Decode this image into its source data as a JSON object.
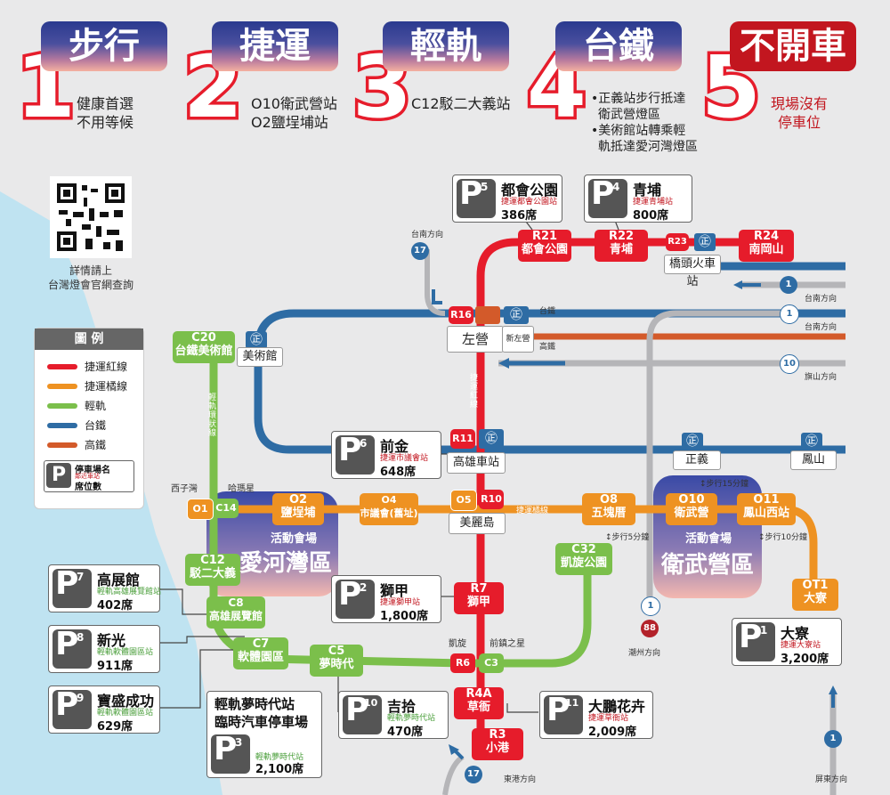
{
  "options": [
    {
      "num": "1",
      "title": "步行",
      "desc": [
        "健康首選",
        "不用等候"
      ]
    },
    {
      "num": "2",
      "title": "捷運",
      "desc": [
        "O10衛武營站",
        "O2鹽埕埔站"
      ]
    },
    {
      "num": "3",
      "title": "輕軌",
      "desc": [
        "C12駁二大義站"
      ]
    },
    {
      "num": "4",
      "title": "台鐵",
      "desc": [
        "•正義站步行抵達",
        "衛武營燈區",
        "•美術館站轉乘輕",
        "軌抵達愛河灣燈區"
      ]
    },
    {
      "num": "5",
      "title": "不開車",
      "desc": [
        "現場沒有",
        "停車位"
      ]
    }
  ],
  "qr": {
    "caption": [
      "詳情請上",
      "台灣燈會官網查詢"
    ]
  },
  "legend": {
    "title": "圖 例",
    "items": [
      {
        "label": "捷運紅線",
        "color": "#e61c2b"
      },
      {
        "label": "捷運橘線",
        "color": "#ee9222"
      },
      {
        "label": "輕軌",
        "color": "#7bbf4b"
      },
      {
        "label": "台鐵",
        "color": "#2e6ca4"
      },
      {
        "label": "高鐵",
        "color": "#d35a2a"
      }
    ],
    "parking_title": "停車場名",
    "parking_sub": "鄰近車站",
    "parking_seats": "席位數"
  },
  "parking": [
    {
      "num": "5",
      "name": "都會公園",
      "station": "捷運都會公園站",
      "seats": "386席",
      "green": false
    },
    {
      "num": "4",
      "name": "青埔",
      "station": "捷運青埔站",
      "seats": "800席",
      "green": false
    },
    {
      "num": "6",
      "name": "前金",
      "station": "捷運市議會站",
      "seats": "648席",
      "green": false
    },
    {
      "num": "2",
      "name": "獅甲",
      "station": "捷運獅甲站",
      "seats": "1,800席",
      "green": false
    },
    {
      "num": "1",
      "name": "大寮",
      "station": "捷運大寮站",
      "seats": "3,200席",
      "green": false
    },
    {
      "num": "7",
      "name": "高展館",
      "station": "輕軌高雄展覽館站",
      "seats": "402席",
      "green": true
    },
    {
      "num": "8",
      "name": "新光",
      "station": "輕軌軟體園區站",
      "seats": "911席",
      "green": true
    },
    {
      "num": "9",
      "name": "寶盛成功",
      "station": "輕軌軟體園區站",
      "seats": "629席",
      "green": true
    },
    {
      "num": "10",
      "name": "吉拾",
      "station": "輕軌夢時代站",
      "seats": "470席",
      "green": true
    },
    {
      "num": "11",
      "name": "大鵬花卉",
      "station": "捷運草衙站",
      "seats": "2,009席",
      "green": false
    },
    {
      "num": "3",
      "name": "",
      "station": "輕軌夢時代站",
      "seats": "2,100席",
      "green": true
    }
  ],
  "p3_title": [
    "輕軌夢時代站",
    "臨時汽車停車場"
  ],
  "stations": {
    "R21": {
      "code": "R21",
      "name": "都會公園"
    },
    "R22": {
      "code": "R22",
      "name": "青埔"
    },
    "R23": {
      "code": "R23",
      "name": "橋頭火車站"
    },
    "R24": {
      "code": "R24",
      "name": "南岡山"
    },
    "R16": {
      "code": "R16",
      "name": "左營",
      "extra": "新左營"
    },
    "R11": {
      "code": "R11",
      "name": "高雄車站"
    },
    "R10": {
      "code": "R10",
      "name": "美麗島",
      "code2": "O5"
    },
    "R7": {
      "code": "R7",
      "name": "獅甲"
    },
    "R6": {
      "code": "R6",
      "code2": "C3"
    },
    "R4A": {
      "code": "R4A",
      "name": "草衙"
    },
    "R3": {
      "code": "R3",
      "name": "小港"
    },
    "C20": {
      "code": "C20",
      "name": "台鐵美術館",
      "tra": "美術館"
    },
    "O1": {
      "code": "O1",
      "code2": "C14"
    },
    "O2": {
      "code": "O2",
      "name": "鹽埕埔"
    },
    "O4": {
      "code": "O4",
      "name": "市議會(舊址)"
    },
    "O8": {
      "code": "O8",
      "name": "五塊厝"
    },
    "O10": {
      "code": "O10",
      "name": "衛武營"
    },
    "O11": {
      "code": "O11",
      "name": "鳳山西站"
    },
    "OT1": {
      "code": "OT1",
      "name": "大寮"
    },
    "C32": {
      "code": "C32",
      "name": "凱旋公園"
    },
    "C12": {
      "code": "C12",
      "name": "駁二大義"
    },
    "C8": {
      "code": "C8",
      "name": "高雄展覽館"
    },
    "C7": {
      "code": "C7",
      "name": "軟體園區"
    },
    "C5": {
      "code": "C5",
      "name": "夢時代"
    },
    "zhengyi": {
      "name": "正義"
    },
    "fengshan": {
      "name": "鳳山"
    }
  },
  "labels": {
    "tainan1": "台南方向",
    "tainan2": "台南方向",
    "tainan3": "台南方向",
    "qishan": "旗山方向",
    "chaozhou": "潮州方向",
    "donggang": "東港方向",
    "pingdong": "屏東方向",
    "tra": "台鐵",
    "hsr": "高鐵",
    "mrt_red": "捷運紅線",
    "mrt_orange": "捷運橘線",
    "lrt": "輕軌環狀線",
    "xiziwan": "西子灣",
    "hamaxing": "哈瑪星",
    "kaixuan": "凱旋",
    "qianzhen": "前鎮之星",
    "walk15": "步行15分鐘",
    "walk5": "步行5分鐘",
    "walk10": "步行10分鐘",
    "venue1_small": "活動會場",
    "venue1_big": "愛河灣區",
    "venue2_small": "活動會場",
    "venue2_big": "衛武營區",
    "hwy17a": "17",
    "hwy17b": "17",
    "hwy1a": "1",
    "hwy1b": "1",
    "hwy1c": "1",
    "hwy1d": "1",
    "hwy10": "10",
    "hwy88": "88"
  }
}
